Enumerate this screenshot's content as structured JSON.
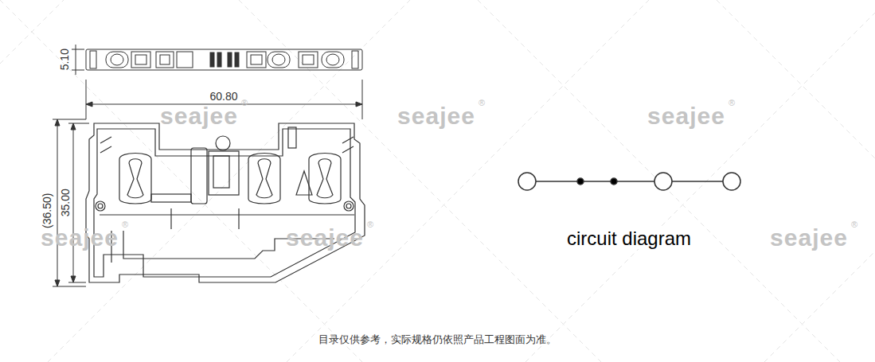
{
  "diagram": {
    "labels": [
      "5.10",
      "60.80",
      "35.00",
      "(36.50)",
      "seajee",
      "®",
      "seajee",
      "®",
      "seajee",
      "®",
      "seajee",
      "®",
      "seajee",
      "®",
      "seajee",
      "®",
      "circuit diagram",
      "目录仅供参考，实际规格仍依照产品工程图面为准。"
    ]
  }
}
